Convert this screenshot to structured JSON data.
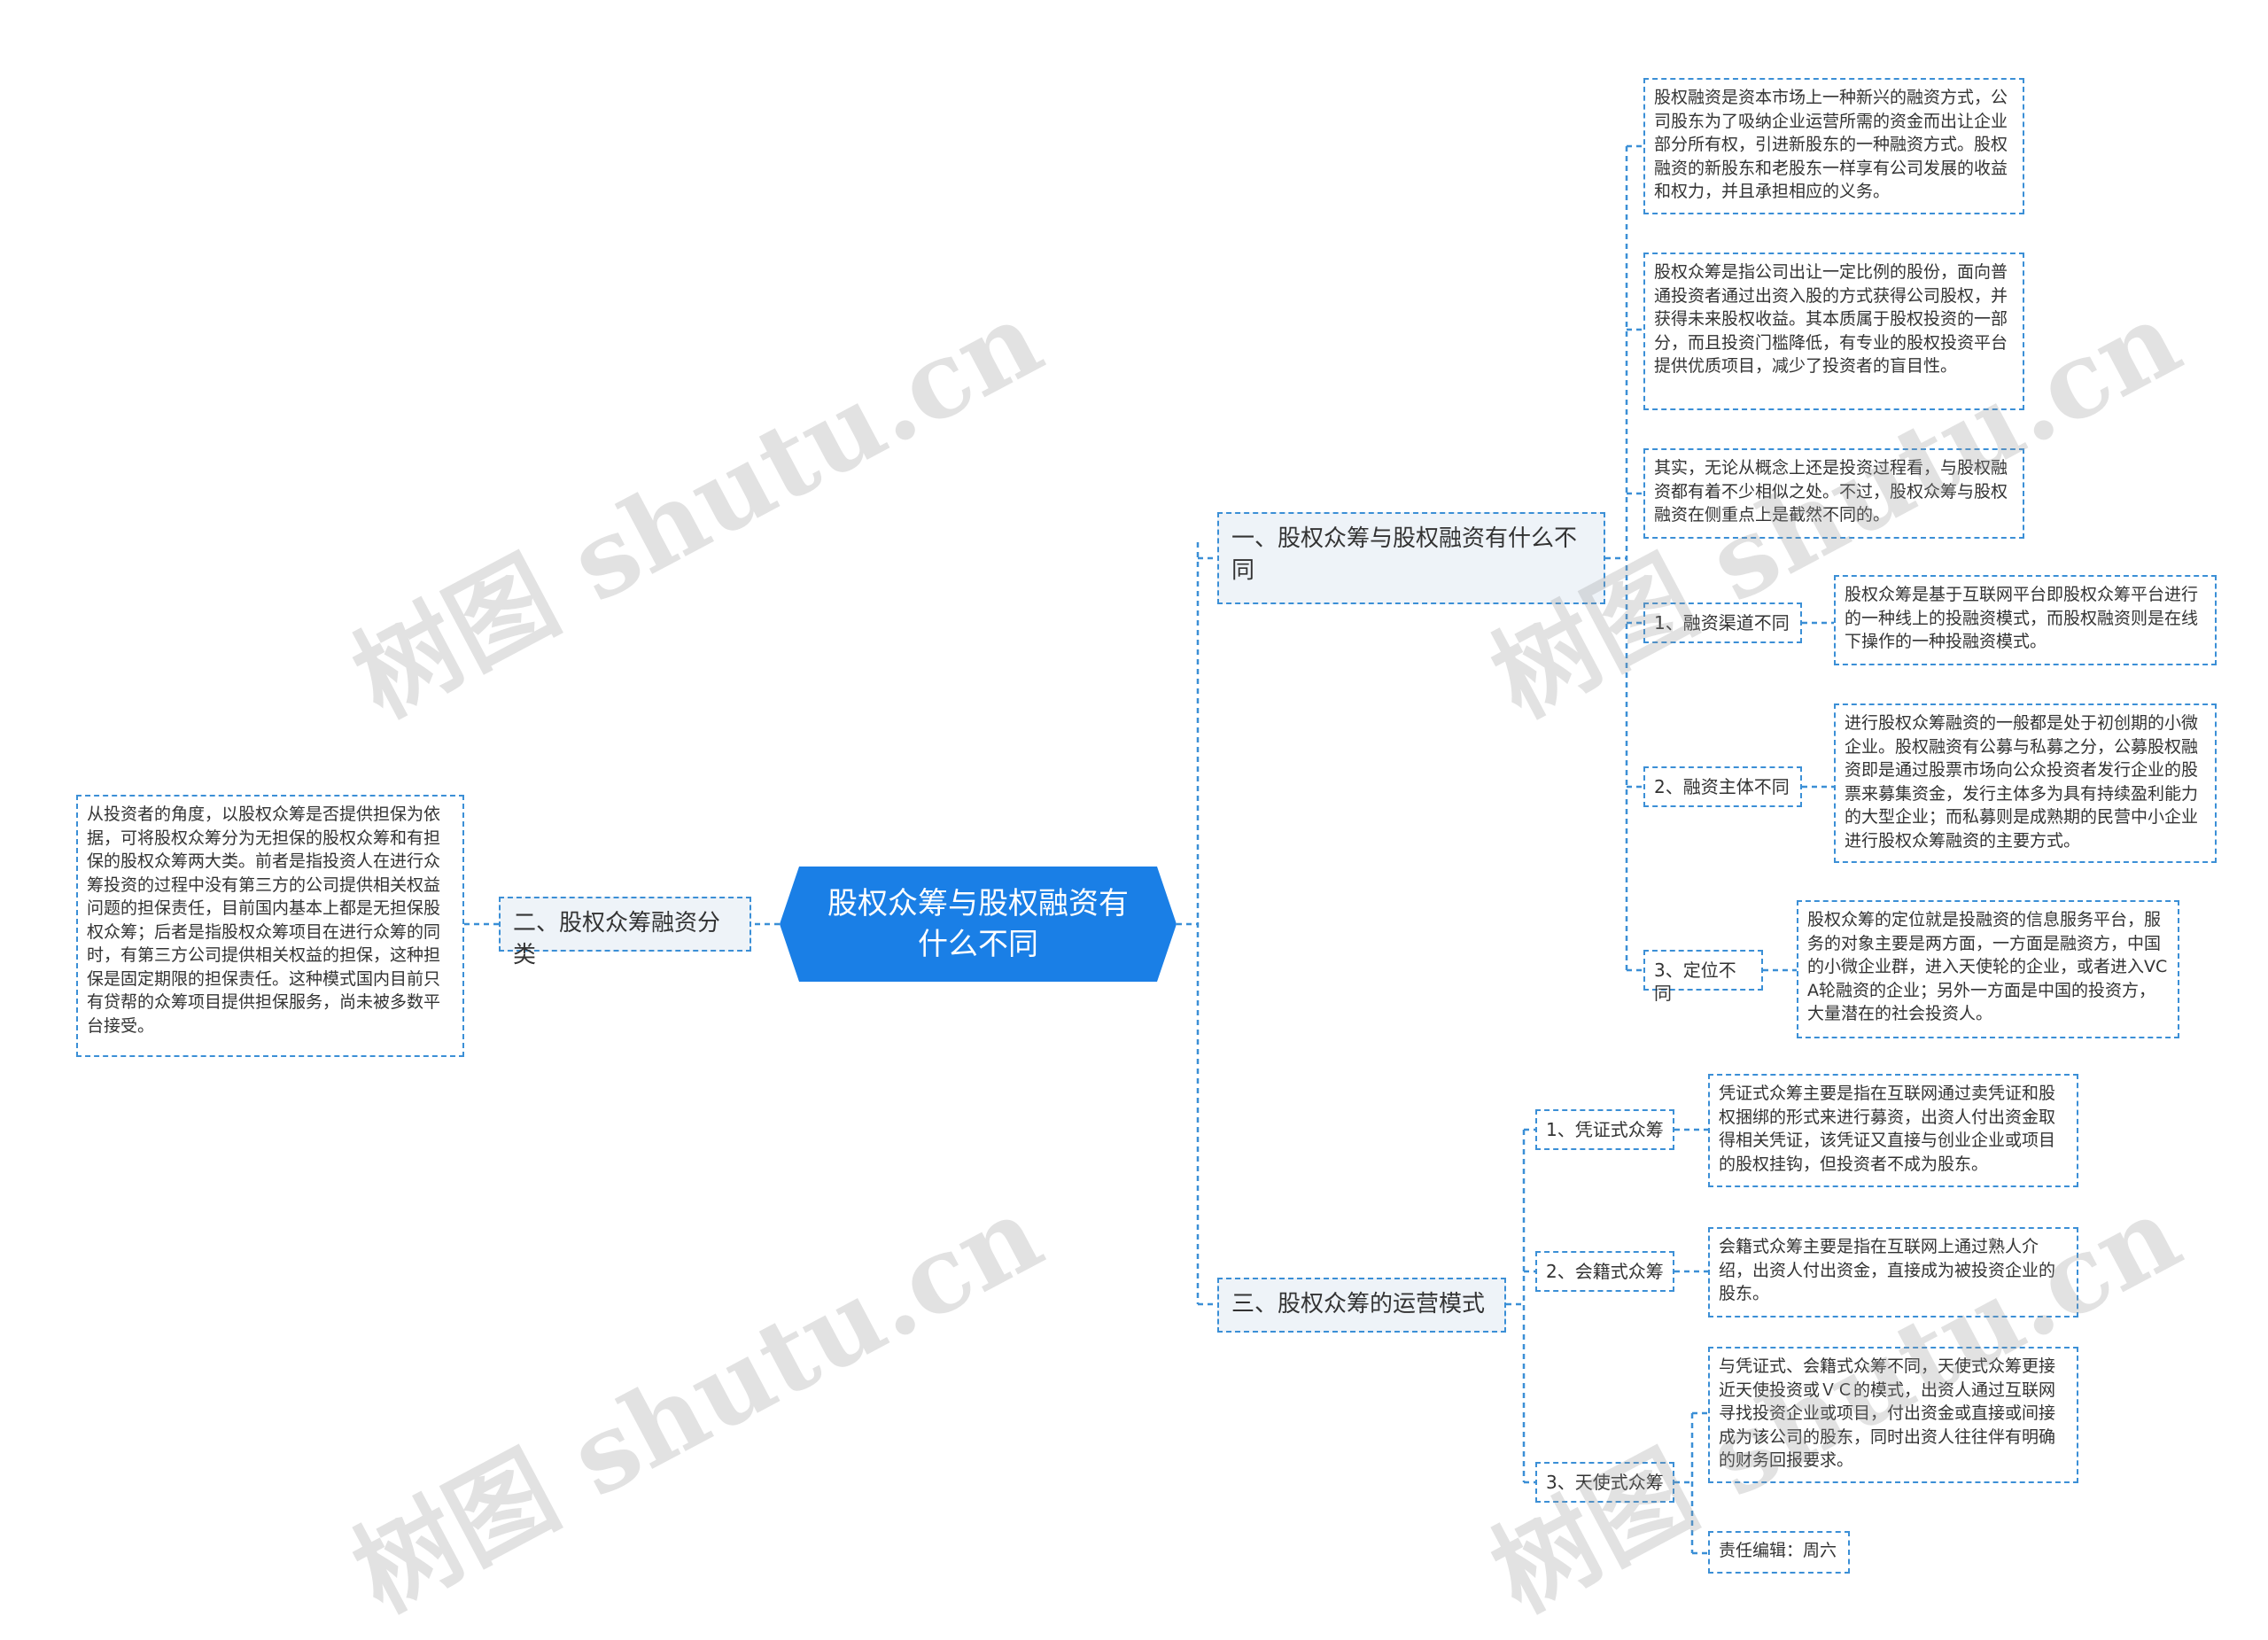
{
  "root": {
    "title": "股权众筹与股权融资有什么不同"
  },
  "watermark": "树图 shutu.cn",
  "colors": {
    "accent": "#1a7fe6",
    "line": "#3b8fd6",
    "branch_bg": "#eef3f8"
  },
  "branches": {
    "b1": {
      "label": "一、股权众筹与股权融资有什么不同",
      "notes": [
        "股权融资是资本市场上一种新兴的融资方式，公司股东为了吸纳企业运营所需的资金而出让企业部分所有权，引进新股东的一种融资方式。股权融资的新股东和老股东一样享有公司发展的收益和权力，并且承担相应的义务。",
        "股权众筹是指公司出让一定比例的股份，面向普通投资者通过出资入股的方式获得公司股权，并获得未来股权收益。其本质属于股权投资的一部分，而且投资门槛降低，有专业的股权投资平台提供优质项目，减少了投资者的盲目性。",
        "其实，无论从概念上还是投资过程看，与股权融资都有着不少相似之处。不过，股权众筹与股权融资在侧重点上是截然不同的。"
      ],
      "items": [
        {
          "label": "1、融资渠道不同",
          "detail": "股权众筹是基于互联网平台即股权众筹平台进行的一种线上的投融资模式，而股权融资则是在线下操作的一种投融资模式。"
        },
        {
          "label": "2、融资主体不同",
          "detail": "进行股权众筹融资的一般都是处于初创期的小微企业。股权融资有公募与私募之分，公募股权融资即是通过股票市场向公众投资者发行企业的股票来募集资金，发行主体多为具有持续盈利能力的大型企业；而私募则是成熟期的民营中小企业进行股权众筹融资的主要方式。"
        },
        {
          "label": "3、定位不同",
          "detail": "股权众筹的定位就是投融资的信息服务平台，服务的对象主要是两方面，一方面是融资方，中国的小微企业群，进入天使轮的企业，或者进入VC A轮融资的企业；另外一方面是中国的投资方，大量潜在的社会投资人。"
        }
      ]
    },
    "b2": {
      "label": "二、股权众筹融资分类",
      "detail": "从投资者的角度，以股权众筹是否提供担保为依据，可将股权众筹分为无担保的股权众筹和有担保的股权众筹两大类。前者是指投资人在进行众筹投资的过程中没有第三方的公司提供相关权益问题的担保责任，目前国内基本上都是无担保股权众筹；后者是指股权众筹项目在进行众筹的同时，有第三方公司提供相关权益的担保，这种担保是固定期限的担保责任。这种模式国内目前只有贷帮的众筹项目提供担保服务，尚未被多数平台接受。"
    },
    "b3": {
      "label": "三、股权众筹的运营模式",
      "items": [
        {
          "label": "1、凭证式众筹",
          "detail": "凭证式众筹主要是指在互联网通过卖凭证和股权捆绑的形式来进行募资，出资人付出资金取得相关凭证，该凭证又直接与创业企业或项目的股权挂钩，但投资者不成为股东。"
        },
        {
          "label": "2、会籍式众筹",
          "detail": "会籍式众筹主要是指在互联网上通过熟人介绍，出资人付出资金，直接成为被投资企业的股东。"
        },
        {
          "label": "3、天使式众筹",
          "detail": "与凭证式、会籍式众筹不同，天使式众筹更接近天使投资或ＶＣ的模式，出资人通过互联网寻找投资企业或项目，付出资金或直接或间接成为该公司的股东，同时出资人往往伴有明确的财务回报要求。",
          "editor": "责任编辑：周六"
        }
      ]
    }
  }
}
